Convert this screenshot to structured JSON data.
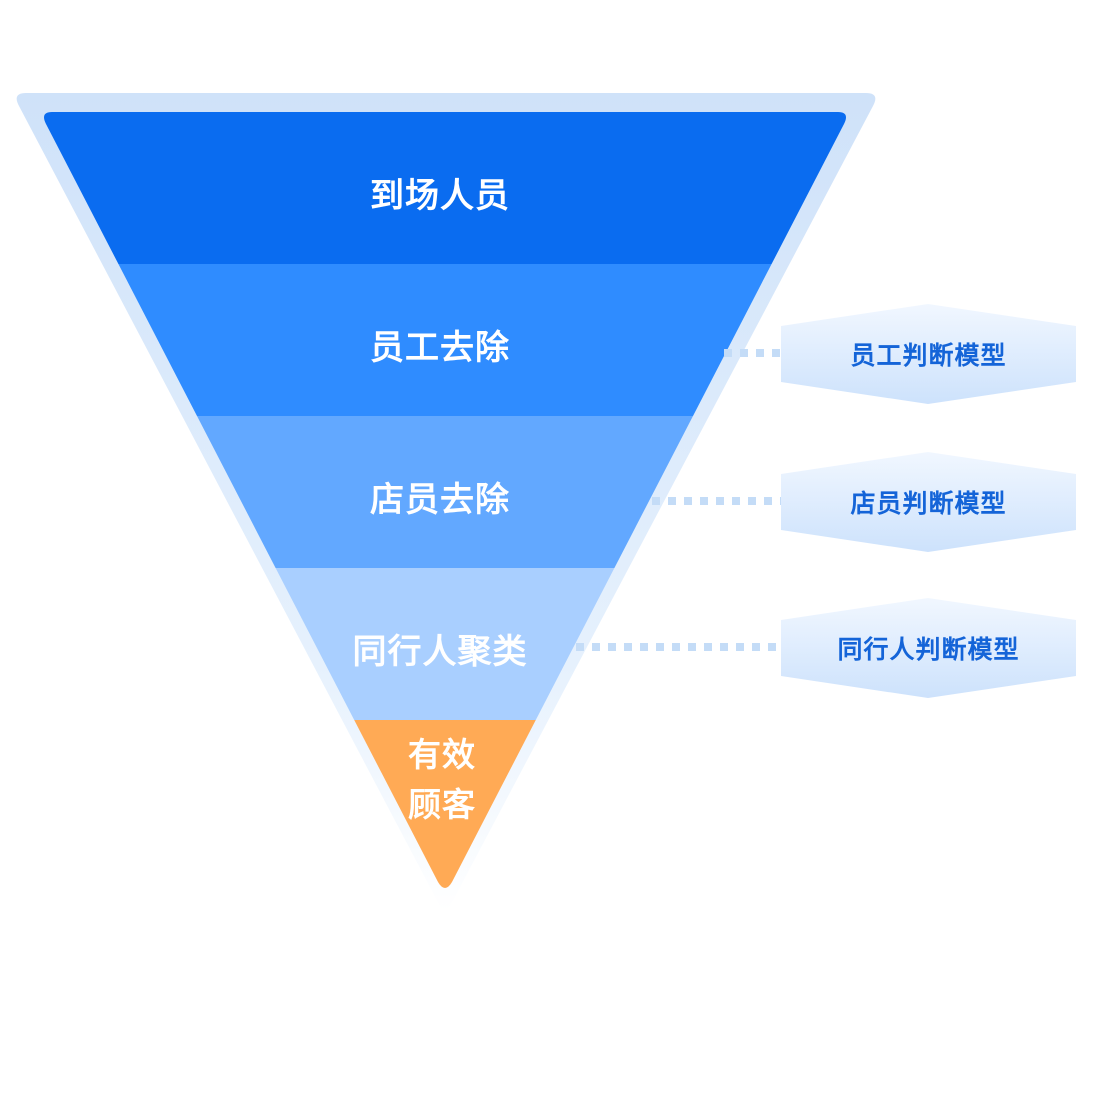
{
  "funnel": {
    "layers": [
      {
        "label": "到场人员",
        "color": "#0a6cf0"
      },
      {
        "label": "员工去除",
        "color": "#2f8cff"
      },
      {
        "label": "店员去除",
        "color": "#62a8ff"
      },
      {
        "label": "同行人聚类",
        "color": "#a9cfff"
      },
      {
        "label": "有效顾客",
        "color": "#ffaa55"
      }
    ],
    "halo_color": "#d3e5fa"
  },
  "models": [
    {
      "label": "员工判断模型",
      "links_to": "员工去除"
    },
    {
      "label": "店员判断模型",
      "links_to": "店员去除"
    },
    {
      "label": "同行人判断模型",
      "links_to": "同行人聚类"
    }
  ],
  "connector_color": "#c4dcf7",
  "tag_colors": {
    "top": "#f1f7ff",
    "bottom": "#cde2fc",
    "text": "#1464d8"
  }
}
